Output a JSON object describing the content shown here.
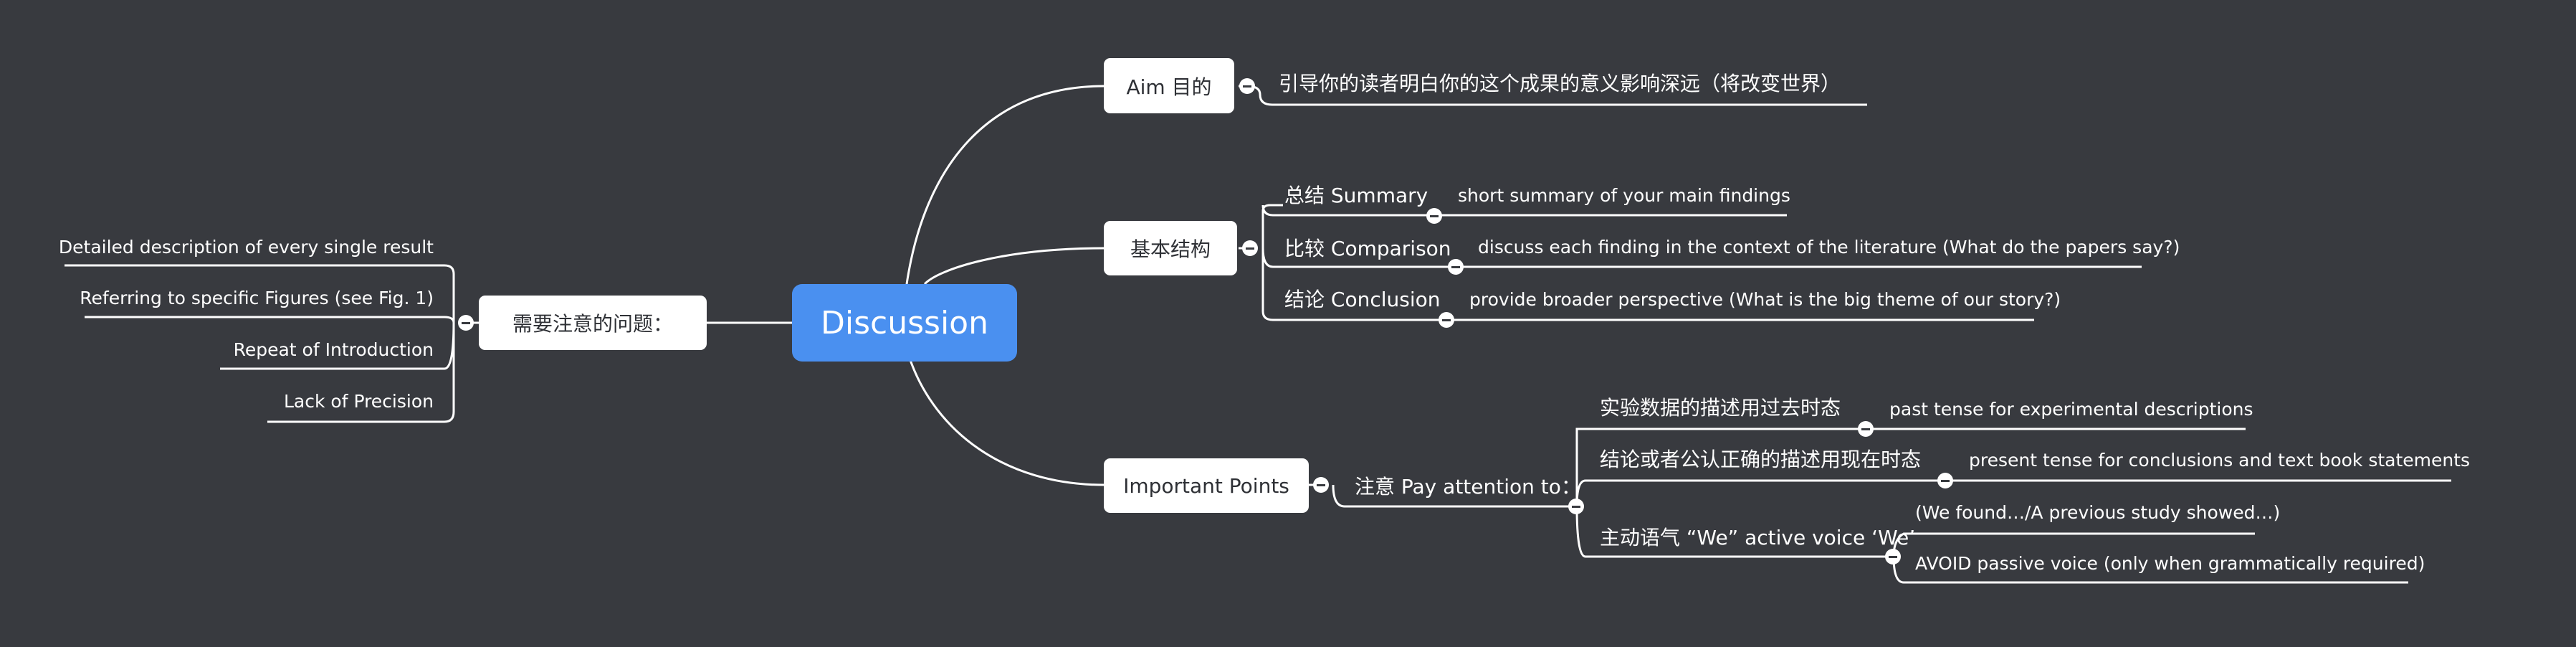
{
  "diagram": {
    "root": "Discussion",
    "left_branch": {
      "label": "需要注意的问题：",
      "items": [
        "Detailed description of every single result",
        "Referring to specific Figures (see Fig. 1)",
        "Repeat of Introduction",
        "Lack of Precision"
      ]
    },
    "aim": {
      "label": "Aim 目的",
      "detail": "引导你的读者明白你的这个成果的意义影响深远（将改变世界）"
    },
    "structure": {
      "label": "基本结构",
      "items": [
        {
          "label": "总结 Summary",
          "detail": "short summary of your main findings"
        },
        {
          "label": "比较 Comparison",
          "detail": "discuss each finding in the context of the literature (What do the papers say?)"
        },
        {
          "label": "结论 Conclusion",
          "detail": "provide broader perspective (What is the big theme of our story?)"
        }
      ]
    },
    "points": {
      "label": "Important Points",
      "sub": "注意 Pay attention to：",
      "items": [
        {
          "label": "实验数据的描述用过去时态",
          "details": [
            "past tense for experimental descriptions"
          ]
        },
        {
          "label": "结论或者公认正确的描述用现在时态",
          "details": [
            "present tense for conclusions and text book statements"
          ]
        },
        {
          "label": "主动语气 “We”   active voice ‘We’",
          "details": [
            "(We found…/A previous study showed…)",
            "AVOID passive voice (only when grammatically required)"
          ]
        }
      ]
    }
  },
  "colors": {
    "background": "#383a3f",
    "root": "#4a90f0",
    "node": "#ffffff",
    "line": "#ffffff"
  }
}
